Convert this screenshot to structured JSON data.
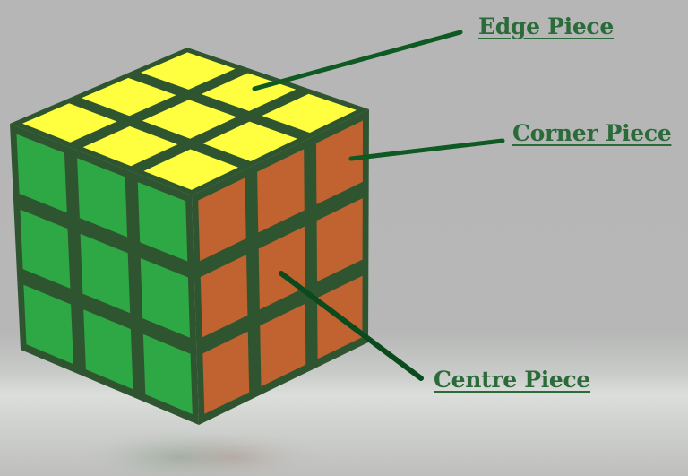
{
  "diagram": {
    "subject": "3x3 Rubik's Cube piece types",
    "labels": {
      "edge": "Edge Piece",
      "corner": "Corner Piece",
      "centre": "Centre Piece"
    },
    "faces": {
      "top": {
        "color_name": "yellow",
        "color": "#ffff40"
      },
      "left": {
        "color_name": "green",
        "color": "#2ea844"
      },
      "right": {
        "color_name": "orange",
        "color": "#c06330"
      }
    },
    "colors": {
      "grid_lines": "#2f5530",
      "leader_lines": "#0e5a22",
      "label_text": "#2b6b3a",
      "background": "#b6b7b6"
    },
    "grid_size": "3x3"
  }
}
